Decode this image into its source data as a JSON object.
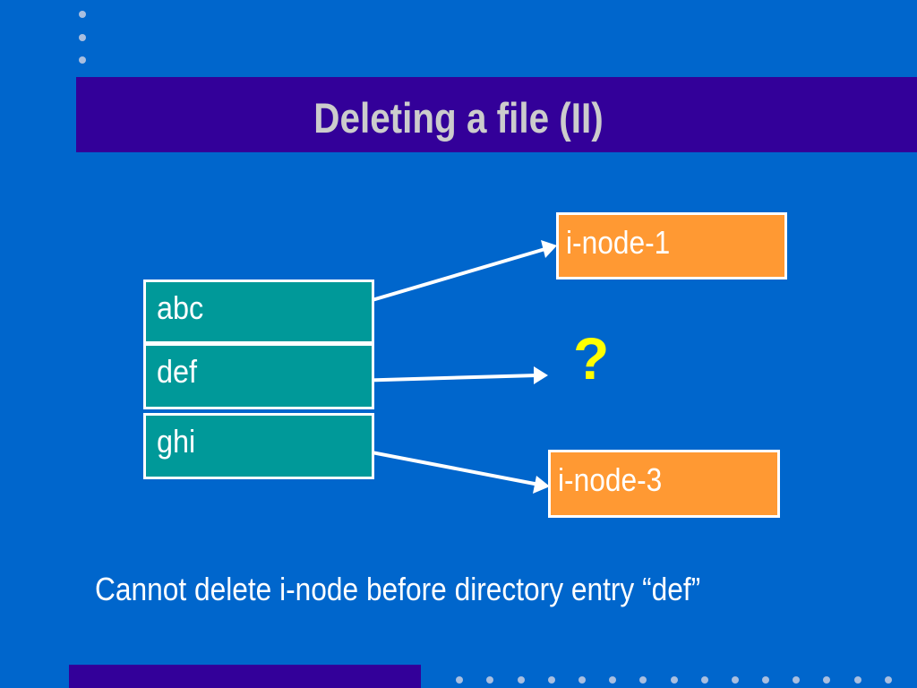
{
  "slide": {
    "title": "Deleting a file (II)"
  },
  "directory": {
    "entries": [
      {
        "name": "abc"
      },
      {
        "name": "def"
      },
      {
        "name": "ghi"
      }
    ]
  },
  "inodes": [
    {
      "label": "i-node-1"
    },
    {
      "label": "i-node-3"
    }
  ],
  "missing_target": "?",
  "caption": "Cannot delete i-node before directory entry “def”",
  "colors": {
    "background": "#0066cc",
    "title_bar": "#330099",
    "title_text": "#cccccc",
    "directory_entry": "#009999",
    "inode": "#ff9933",
    "question_mark": "#ffff00",
    "decor_dots": "#a9bfe0"
  }
}
